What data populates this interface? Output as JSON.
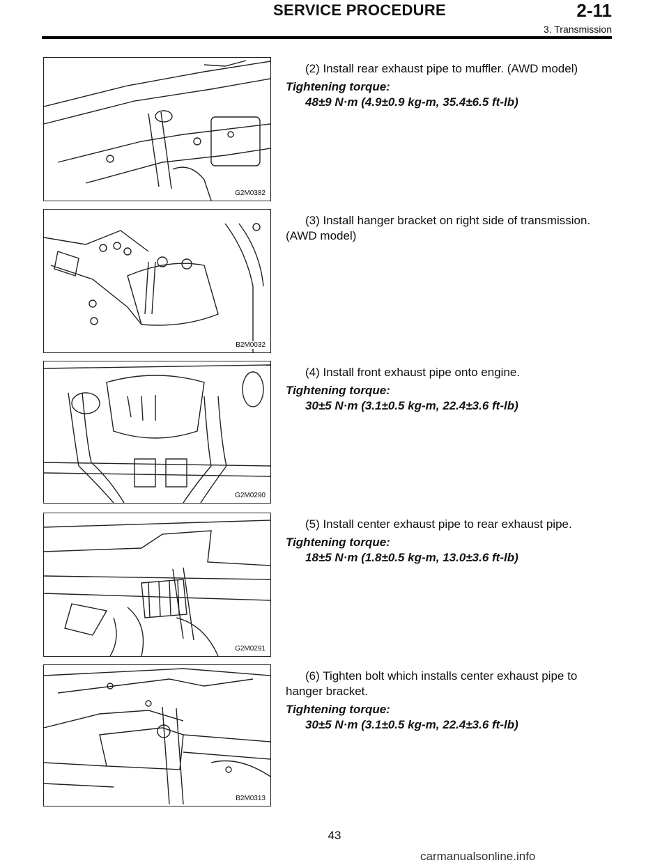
{
  "header": {
    "title": "SERVICE PROCEDURE",
    "section": "2-11",
    "subsection": "3. Transmission"
  },
  "steps": [
    {
      "figure_id": "G2M0382",
      "lines": [
        "(2) Install rear exhaust pipe to muffler. (AWD model)"
      ],
      "torque_label": "Tightening torque:",
      "torque_value": "48±9 N·m (4.9±0.9 kg-m, 35.4±6.5 ft-lb)"
    },
    {
      "figure_id": "B2M0032",
      "lines": [
        "(3) Install hanger bracket on right side of transmission.",
        "(AWD model)"
      ],
      "torque_label": "",
      "torque_value": ""
    },
    {
      "figure_id": "G2M0290",
      "lines": [
        "(4) Install front exhaust pipe onto engine."
      ],
      "torque_label": "Tightening torque:",
      "torque_value": "30±5 N·m (3.1±0.5 kg-m, 22.4±3.6 ft-lb)"
    },
    {
      "figure_id": "G2M0291",
      "lines": [
        "(5) Install center exhaust pipe to rear exhaust pipe."
      ],
      "torque_label": "Tightening torque:",
      "torque_value": "18±5 N·m (1.8±0.5 kg-m, 13.0±3.6 ft-lb)"
    },
    {
      "figure_id": "B2M0313",
      "lines": [
        "(6) Tighten bolt which installs center exhaust pipe to",
        "hanger bracket."
      ],
      "torque_label": "Tightening torque:",
      "torque_value": "30±5 N·m (3.1±0.5 kg-m, 22.4±3.6 ft-lb)"
    }
  ],
  "page_number": "43",
  "watermark": "carmanualsonline.info"
}
